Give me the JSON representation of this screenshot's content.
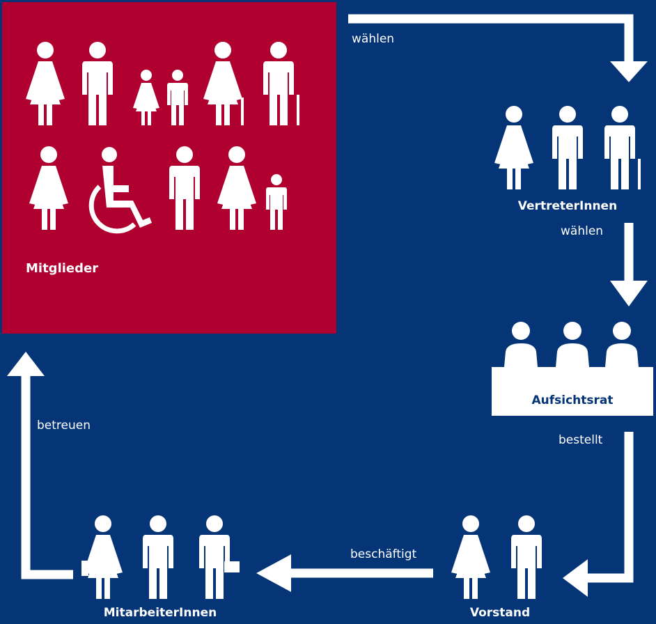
{
  "colors": {
    "background": "#053577",
    "members_box": "#b0002f",
    "foreground": "#ffffff"
  },
  "nodes": {
    "members": "Mitglieder",
    "representatives": "VertreterInnen",
    "supervisory_board": "Aufsichtsrat",
    "executive_board": "Vorstand",
    "employees": "MitarbeiterInnen"
  },
  "edges": {
    "members_to_representatives": "wählen",
    "representatives_to_board": "wählen",
    "board_to_executive": "bestellt",
    "executive_to_employees": "beschäftigt",
    "employees_to_members": "betreuen"
  },
  "icons": {
    "members": [
      "woman-icon",
      "man-icon",
      "girl-icon",
      "boy-icon",
      "elderly-woman-icon",
      "elderly-man-icon",
      "woman-icon",
      "wheelchair-user-icon",
      "man-icon",
      "woman-with-child-icon"
    ],
    "representatives": [
      "woman-icon",
      "man-icon",
      "elderly-man-icon"
    ],
    "supervisory_board": [
      "person-seated-icon",
      "person-seated-icon",
      "person-seated-icon"
    ],
    "executive_board": [
      "woman-icon",
      "man-icon"
    ],
    "employees": [
      "woman-with-bag-icon",
      "man-icon",
      "worker-with-toolbox-icon"
    ]
  }
}
